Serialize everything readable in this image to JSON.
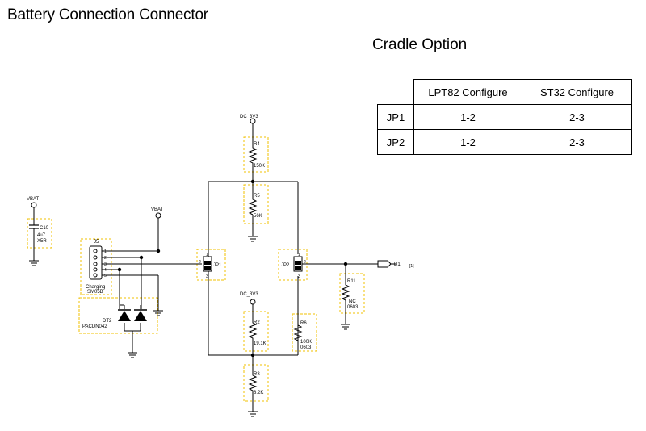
{
  "title": "Battery Connection Connector",
  "table": {
    "title": "Cradle Option",
    "headers": [
      "",
      "LPT82 Configure",
      "ST32 Configure"
    ],
    "rows": [
      {
        "label": "JP1",
        "lpt82": "1-2",
        "st32": "2-3"
      },
      {
        "label": "JP2",
        "lpt82": "1-2",
        "st32": "2-3"
      }
    ]
  },
  "schematic": {
    "colors": {
      "wire": "#000000",
      "highlight": "#f0c000"
    },
    "power": {
      "vdd_top": "DC_3V3",
      "vdd_mid": "DC_3V3",
      "vbat_left": "VBAT",
      "vbat_mid": "VBAT"
    },
    "c10": {
      "ref": "C10",
      "value": "4u7",
      "dielectric": "X5R"
    },
    "j5": {
      "ref": "J5",
      "desc": "Charging",
      "part": "SM05B",
      "pins": [
        "1",
        "2",
        "3",
        "4",
        "5"
      ]
    },
    "dt2": {
      "ref": "DT2",
      "part": "PACDN042"
    },
    "jp1": {
      "ref": "JP1",
      "pin1": "1",
      "pin2": "2",
      "pin3": "3"
    },
    "jp2": {
      "ref": "JP2",
      "pin1": "1",
      "pin2": "2",
      "pin3": "3"
    },
    "r4": {
      "ref": "R4",
      "value": "150K"
    },
    "r5": {
      "ref": "R5",
      "value": "56K"
    },
    "r2": {
      "ref": "R2",
      "value": "19.1K"
    },
    "r3": {
      "ref": "R3",
      "value": "8.2K"
    },
    "r6": {
      "ref": "R6",
      "value": "100K",
      "package": "0603"
    },
    "r11": {
      "ref": "R11",
      "value": "NC",
      "package": "0603"
    },
    "output": {
      "net": "D1",
      "sheet_ref": "[1]"
    }
  }
}
